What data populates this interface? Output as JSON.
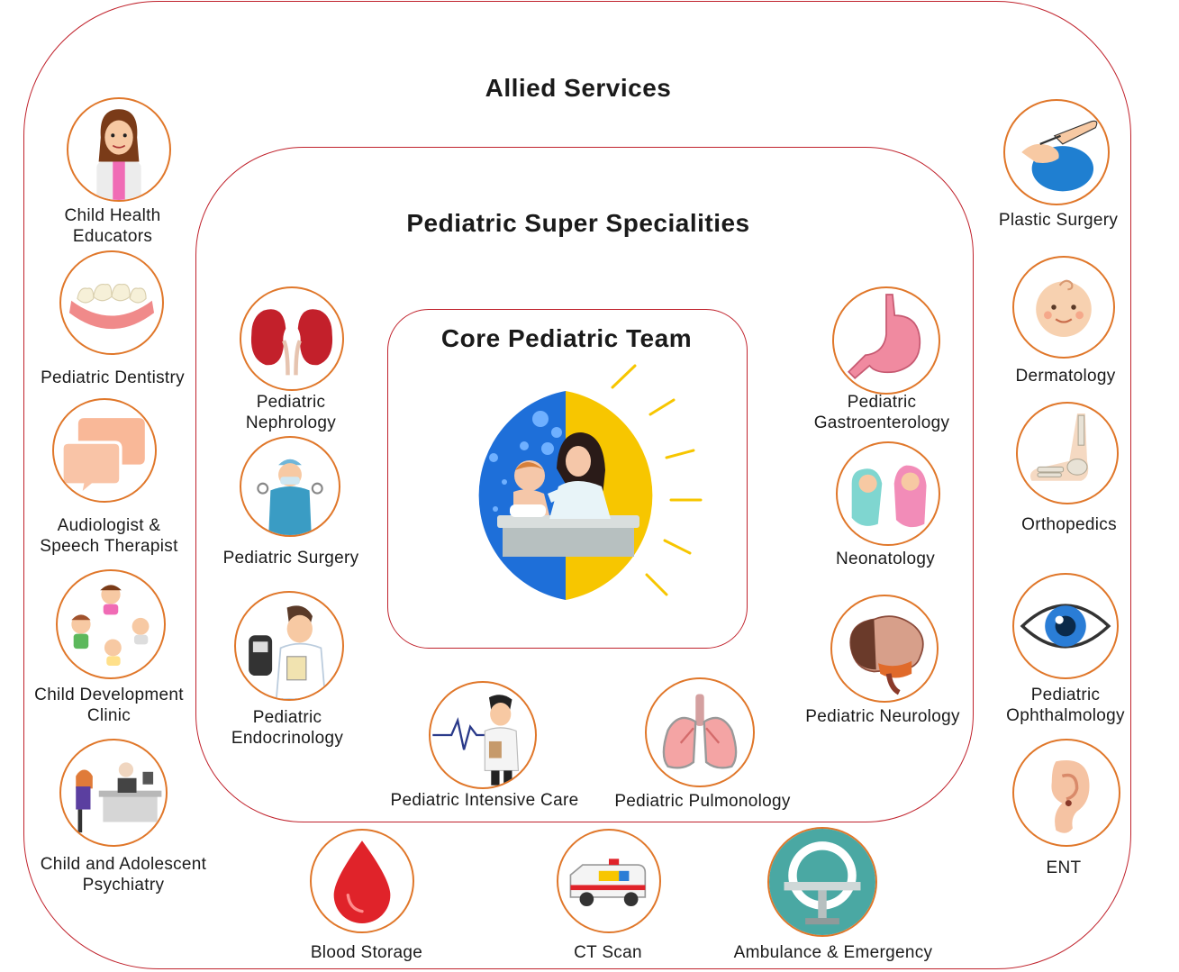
{
  "titles": {
    "allied": "Allied Services",
    "super": "Pediatric Super Specialities",
    "core": "Core Pediatric Team"
  },
  "nodes": {
    "child_health_educators": {
      "line1": "Child Health",
      "line2": "Educators",
      "icon": "teacher-woman-icon"
    },
    "pediatric_dentistry": {
      "line1": "Pediatric Dentistry",
      "line2": "",
      "icon": "teeth-icon"
    },
    "audiologist": {
      "line1": "Audiologist &",
      "line2": "Speech Therapist",
      "icon": "speech-bubbles-icon"
    },
    "child_development": {
      "line1": "Child Development",
      "line2": "Clinic",
      "icon": "children-icon"
    },
    "psychiatry": {
      "line1": "Child and Adolescent",
      "line2": "Psychiatry",
      "icon": "counselling-icon"
    },
    "blood_storage": {
      "line1": "Blood Storage",
      "line2": "",
      "icon": "blood-drop-icon"
    },
    "ct_scan": {
      "line1": "CT Scan",
      "line2": "",
      "icon": "ambulance-van-icon"
    },
    "ambulance": {
      "line1": "Ambulance & Emergency",
      "line2": "",
      "icon": "scanner-table-icon"
    },
    "plastic_surgery": {
      "line1": "Plastic Surgery",
      "line2": "",
      "icon": "face-surgery-icon"
    },
    "dermatology": {
      "line1": "Dermatology",
      "line2": "",
      "icon": "baby-face-icon"
    },
    "orthopedics": {
      "line1": "Orthopedics",
      "line2": "",
      "icon": "foot-bones-icon"
    },
    "ophthalmology": {
      "line1": "Pediatric",
      "line2": "Ophthalmology",
      "icon": "eye-icon"
    },
    "ent": {
      "line1": "ENT",
      "line2": "",
      "icon": "ear-icon"
    },
    "nephrology": {
      "line1": "Pediatric",
      "line2": "Nephrology",
      "icon": "kidneys-icon"
    },
    "surgery": {
      "line1": "Pediatric Surgery",
      "line2": "",
      "icon": "surgeon-icon"
    },
    "endocrinology": {
      "line1": "Pediatric",
      "line2": "Endocrinology",
      "icon": "doctor-glucometer-icon"
    },
    "intensive_care": {
      "line1": "Pediatric Intensive Care",
      "line2": "",
      "icon": "doctor-heartbeat-icon"
    },
    "pulmonology": {
      "line1": "Pediatric Pulmonology",
      "line2": "",
      "icon": "lungs-icon"
    },
    "neurology": {
      "line1": "Pediatric Neurology",
      "line2": "",
      "icon": "brain-icon"
    },
    "neonatology": {
      "line1": "Neonatology",
      "line2": "",
      "icon": "newborn-babies-icon"
    },
    "gastroenterology": {
      "line1": "Pediatric",
      "line2": "Gastroenterology",
      "icon": "stomach-icon"
    }
  },
  "colors": {
    "frame": "#c0222c",
    "circle_border": "#e0772a",
    "core_blue": "#1e6fd9",
    "core_yellow": "#f7c600"
  }
}
